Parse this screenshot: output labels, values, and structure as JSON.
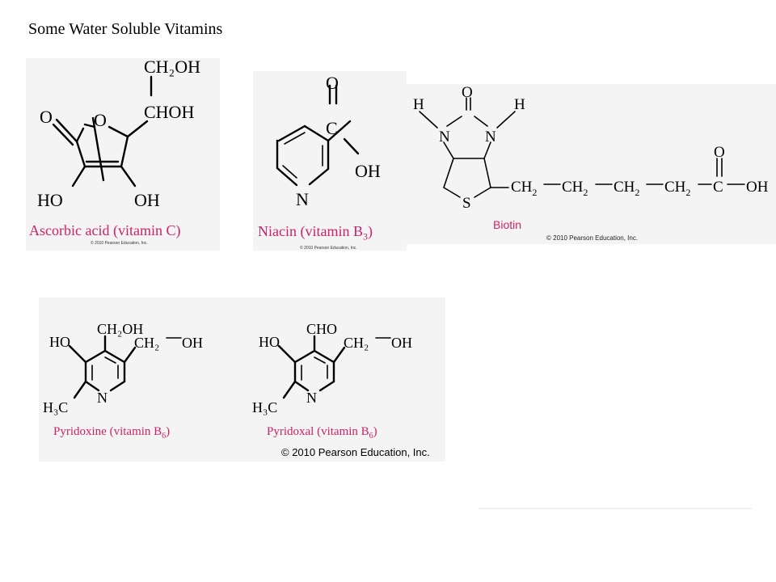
{
  "title": "Some Water Soluble Vitamins",
  "copyright": "© 2010 Pearson Education, Inc.",
  "molecules": {
    "ascorbic": {
      "caption": "Ascorbic acid (vitamin C)",
      "atoms": {
        "ch2oh": "CH₂OH",
        "chohh": "CHOH",
        "o_carbonyl": "O",
        "o_ring": "O",
        "ho": "HO",
        "oh": "OH"
      }
    },
    "niacin": {
      "caption_main": "Niacin (vitamin B",
      "caption_sub": "3",
      "caption_close": ")",
      "atoms": {
        "o": "O",
        "c": "C",
        "oh": "OH",
        "n": "N"
      }
    },
    "biotin": {
      "caption": "Biotin",
      "atoms": {
        "h_left": "H",
        "h_right": "H",
        "o_urea": "O",
        "n_left": "N",
        "n_right": "N",
        "s": "S",
        "o_acid": "O",
        "chain_c": "C",
        "oh": "OH",
        "ch2": "CH",
        "sub2": "2"
      }
    },
    "pyridoxine": {
      "caption_main": "Pyridoxine (vitamin B",
      "caption_sub": "6",
      "caption_close": ")",
      "atoms": {
        "ch2oh": "CH₂OH",
        "ho": "HO",
        "ch2": "CH₂",
        "oh": "OH",
        "n": "N",
        "h3c": "H₃C"
      }
    },
    "pyridoxal": {
      "caption_main": "Pyridoxal (vitamin B",
      "caption_sub": "6",
      "caption_close": ")",
      "atoms": {
        "cho": "CHO",
        "ho": "HO",
        "ch2": "CH₂",
        "oh": "OH",
        "n": "N",
        "h3c": "H₃C"
      }
    }
  },
  "colors": {
    "caption": "#cc2266",
    "panel": "#f4f4f4"
  }
}
